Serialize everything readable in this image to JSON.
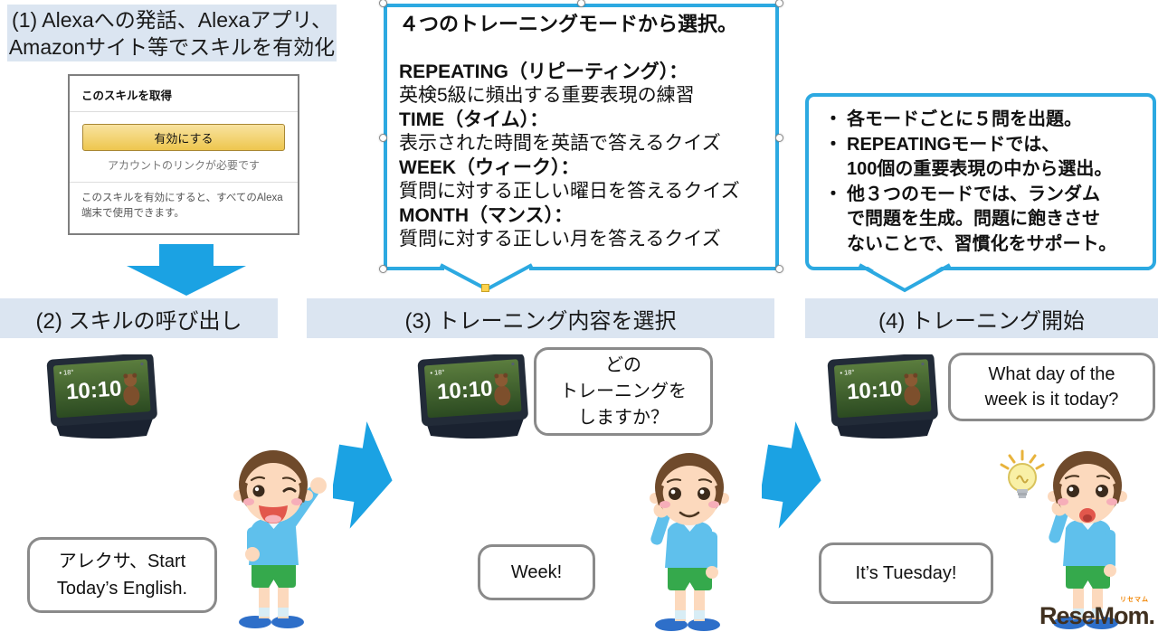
{
  "step1": {
    "banner": "(1) Alexaへの発話、Alexaアプリ、\nAmazonサイト等でスキルを有効化",
    "card": {
      "header": "このスキルを取得",
      "enable_button": "有効にする",
      "link_note": "アカウントのリンクが必要です",
      "footer_note": "このスキルを有効にすると、すべてのAlexa\n端末で使用できます。"
    }
  },
  "steps": {
    "step2": "(2) スキルの呼び出し",
    "step3": "(3) トレーニング内容を選択",
    "step4": "(4) トレーニング開始"
  },
  "modes_callout": {
    "title": "４つのトレーニングモードから選択。",
    "modes": [
      {
        "name": "REPEATING（リピーティング）：",
        "desc": "英検5級に頻出する重要表現の練習"
      },
      {
        "name": "TIME（タイム）：",
        "desc": "表示された時間を英語で答えるクイズ"
      },
      {
        "name": "WEEK（ウィーク）：",
        "desc": "質問に対する正しい曜日を答えるクイズ"
      },
      {
        "name": "MONTH（マンス）：",
        "desc": "質問に対する正しい月を答えるクイズ"
      }
    ]
  },
  "info_callout": {
    "bullet_char": "・",
    "bullets": [
      "各モードごとに５問を出題。",
      "REPEATINGモードでは、\n100個の重要表現の中から選出。",
      "他３つのモードでは、ランダム\nで問題を生成。問題に飽きさせ\nないことで、習慣化をサポート。"
    ]
  },
  "device": {
    "time": "10:10",
    "temp": "• 18°"
  },
  "speech": {
    "select_question": "どの\nトレーニングを\nしますか？",
    "week_question": "What day of the\nweek is  it today?",
    "invoke": "アレクサ、Start\nToday’s English.",
    "week_answer": "Week!",
    "tuesday_answer": "It’s Tuesday!"
  },
  "logo": {
    "name": "ReseMom.",
    "ruby": "リセマム"
  },
  "colors": {
    "accent_blue": "#2ca9e1",
    "arrow_blue": "#1ba2e3",
    "banner_bg": "#dbe5f1",
    "button_yellow": "#eec64e",
    "bubble_border": "#8a8a8a"
  }
}
